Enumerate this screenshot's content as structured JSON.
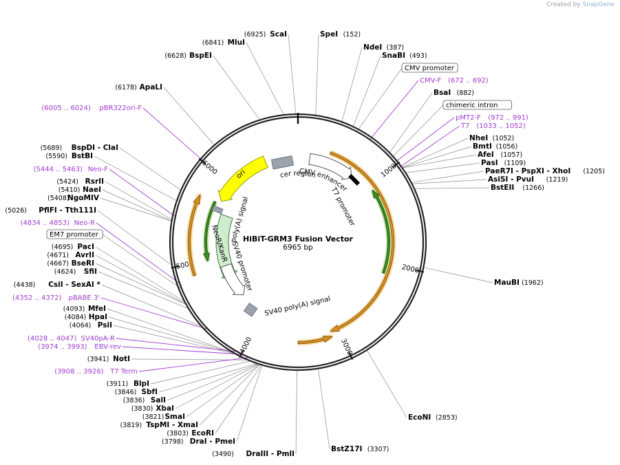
{
  "credit": {
    "prefix": "Created by",
    "brand": "SnapGene"
  },
  "center": {
    "title": "HiBiT-GRM3 Fusion Vector",
    "subtitle": "6965 bp"
  },
  "colors": {
    "primer": "#a03ad0",
    "orange": "#f0a830",
    "green": "#4a9b2a",
    "yellow": "#ffff00",
    "gray_box": "#9ca3ad"
  },
  "ticks": [
    {
      "label": "1000",
      "angle": 51.7
    },
    {
      "label": "2000",
      "angle": 103.4
    },
    {
      "label": "3000",
      "angle": 155.1
    },
    {
      "label": "4000",
      "angle": 206.8
    },
    {
      "label": "5000",
      "angle": 258.5
    },
    {
      "label": "6000",
      "angle": 310.2
    }
  ],
  "enzymes": [
    {
      "name": "ScaI",
      "pos": "(6925)",
      "side": "L",
      "anchor": 359
    },
    {
      "name": "SpeI",
      "pos": "(152)",
      "side": "R",
      "anchor": 7.9
    },
    {
      "name": "MluI",
      "pos": "(6841)",
      "side": "L",
      "anchor": 353.6
    },
    {
      "name": "NdeI",
      "pos": "(387)",
      "side": "R",
      "anchor": 20
    },
    {
      "name": "SnaBI",
      "pos": "(493)",
      "side": "R",
      "anchor": 25.5
    },
    {
      "name": "BspEI",
      "pos": "(6628)",
      "side": "L",
      "anchor": 342.6
    },
    {
      "name": "BsaI",
      "pos": "(882)",
      "side": "R",
      "anchor": 45.6
    },
    {
      "name": "ApaLI",
      "pos": "(6178)",
      "side": "L",
      "anchor": 319.3
    },
    {
      "name": "NheI",
      "pos": "(1052)",
      "side": "R",
      "anchor": 54.4
    },
    {
      "name": "BmtI",
      "pos": "(1056)",
      "side": "R",
      "anchor": 54.6
    },
    {
      "name": "AfeI",
      "pos": "(1057)",
      "side": "R",
      "anchor": 54.7
    },
    {
      "name": "PasI",
      "pos": "(1109)",
      "side": "R",
      "anchor": 57.3
    },
    {
      "name": "PaeR7I - PspXI - XhoI",
      "pos": "(1205)",
      "side": "R",
      "anchor": 62.3
    },
    {
      "name": "AsiSI - PvuI",
      "pos": "(1219)",
      "side": "R",
      "anchor": 63
    },
    {
      "name": "BstEII",
      "pos": "(1266)",
      "side": "R",
      "anchor": 65.4
    },
    {
      "name": "BspDI - ClaI",
      "pos": "(5689)",
      "side": "L",
      "anchor": 294
    },
    {
      "name": "BstBI",
      "pos": "(5590)",
      "side": "L",
      "anchor": 288.9
    },
    {
      "name": "RsrII",
      "pos": "(5424)",
      "side": "L",
      "anchor": 280.3
    },
    {
      "name": "NaeI",
      "pos": "(5410)",
      "side": "L",
      "anchor": 279.6
    },
    {
      "name": "NgoMIV",
      "pos": "(5408)",
      "side": "L",
      "anchor": 279.5
    },
    {
      "name": "PflFI - Tth111I",
      "pos": "(5026)",
      "side": "L",
      "anchor": 259.8
    },
    {
      "name": "PacI",
      "pos": "(4695)",
      "side": "L",
      "anchor": 242.7
    },
    {
      "name": "AvrII",
      "pos": "(4671)",
      "side": "L",
      "anchor": 241.4
    },
    {
      "name": "BseRI",
      "pos": "(4667)",
      "side": "L",
      "anchor": 241.2
    },
    {
      "name": "SfiI",
      "pos": "(4624)",
      "side": "L",
      "anchor": 239
    },
    {
      "name": "MauBI",
      "pos": "(1962)",
      "side": "R",
      "anchor": 101.4
    },
    {
      "name": "CsiI - SexAI *",
      "pos": "(4438)",
      "side": "L",
      "anchor": 229.4
    },
    {
      "name": "MfeI",
      "pos": "(4093)",
      "side": "L",
      "anchor": 211.6
    },
    {
      "name": "HpaI",
      "pos": "(4084)",
      "side": "L",
      "anchor": 211.1
    },
    {
      "name": "PsiI",
      "pos": "(4064)",
      "side": "L",
      "anchor": 210
    },
    {
      "name": "NotI",
      "pos": "(3941)",
      "side": "L",
      "anchor": 203.7
    },
    {
      "name": "BlpI",
      "pos": "(3911)",
      "side": "L",
      "anchor": 202.2
    },
    {
      "name": "SbfI",
      "pos": "(3846)",
      "side": "L",
      "anchor": 198.8
    },
    {
      "name": "SalI",
      "pos": "(3836)",
      "side": "L",
      "anchor": 198.3
    },
    {
      "name": "XbaI",
      "pos": "(3830)",
      "side": "L",
      "anchor": 198
    },
    {
      "name": "SmaI",
      "pos": "(3821)",
      "side": "L",
      "anchor": 197.5
    },
    {
      "name": "TspMI - XmaI",
      "pos": "(3819)",
      "side": "L",
      "anchor": 197.4
    },
    {
      "name": "EcoRI",
      "pos": "(3803)",
      "side": "L",
      "anchor": 196.6
    },
    {
      "name": "DraI - PmeI",
      "pos": "(3798)",
      "side": "L",
      "anchor": 196.3
    },
    {
      "name": "DraIII - PmlI",
      "pos": "(3490)",
      "side": "L",
      "anchor": 180.4
    },
    {
      "name": "EcoNI",
      "pos": "(2853)",
      "side": "R",
      "anchor": 147.5
    },
    {
      "name": "BstZ17I",
      "pos": "(3307)",
      "side": "R",
      "anchor": 170.9
    }
  ],
  "primers": [
    {
      "name": "CMV-F",
      "range": "(672 .. 692)",
      "side": "R",
      "anchor": 35
    },
    {
      "name": "pMT2-F",
      "range": "(972 .. 991)",
      "side": "R",
      "anchor": 50.5
    },
    {
      "name": "T7",
      "range": "(1033 .. 1052)",
      "side": "R",
      "anchor": 53.6
    },
    {
      "name": "pBR322ori-F",
      "range": "(6005 .. 6024)",
      "side": "L",
      "anchor": 310.6
    },
    {
      "name": "Neo-F",
      "range": "(5444 .. 5463)",
      "side": "L",
      "anchor": 281.6
    },
    {
      "name": "Neo-R",
      "range": "(4834 .. 4853)",
      "side": "L",
      "anchor": 250.3
    },
    {
      "name": "pBABE 3'",
      "range": "(4352 .. 4372)",
      "side": "L",
      "anchor": 225.3
    },
    {
      "name": "SV40pA-R",
      "range": "(4028 .. 4047)",
      "side": "L",
      "anchor": 208.3
    },
    {
      "name": "EBV-rev",
      "range": "(3974 .. 3993)",
      "side": "L",
      "anchor": 205.5
    },
    {
      "name": "T7 Term",
      "range": "(3908 .. 3926)",
      "side": "L",
      "anchor": 202.3
    }
  ],
  "boxed_features": [
    {
      "name": "CMV promoter",
      "side": "R"
    },
    {
      "name": "chimeric intron",
      "side": "R"
    },
    {
      "name": "EM7 promoter",
      "side": "L"
    }
  ],
  "inner_features": [
    {
      "name": "ori",
      "type": "ori"
    },
    {
      "name": "cer region"
    },
    {
      "name": "CMV enhancer"
    },
    {
      "name": "T7 promoter"
    },
    {
      "name": "poly(A) signal"
    },
    {
      "name": "NeoR/KanR"
    },
    {
      "name": "SV40 promoter"
    },
    {
      "name": "SV40 poly(A) signal"
    }
  ]
}
